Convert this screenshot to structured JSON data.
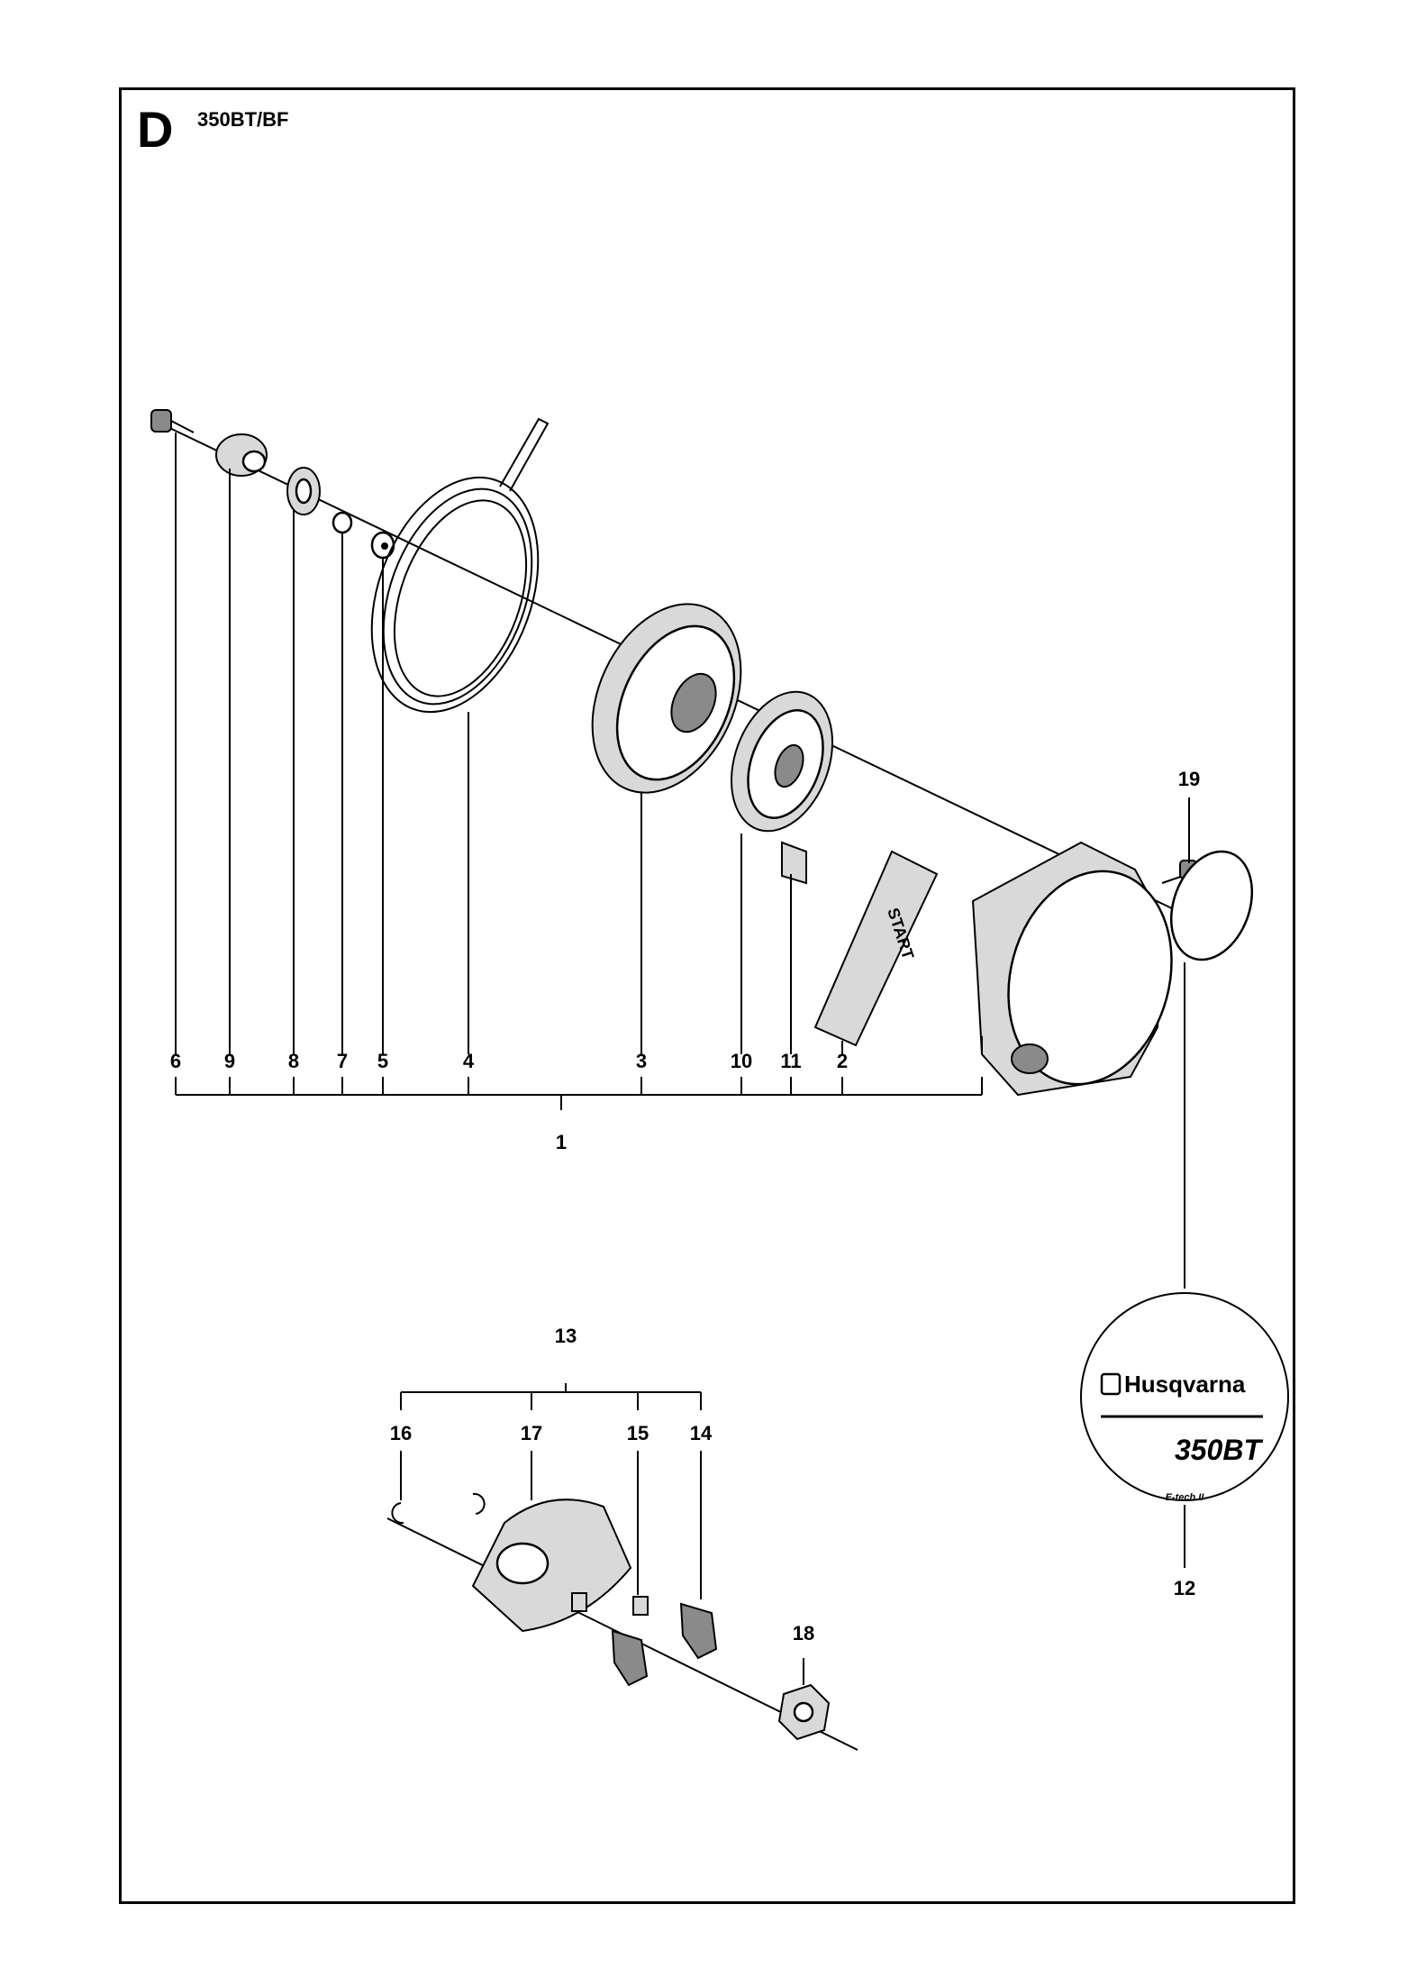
{
  "header": {
    "section": "D",
    "model": "350BT/BF"
  },
  "callouts": {
    "p1": "1",
    "p2": "2",
    "p3": "3",
    "p4": "4",
    "p5": "5",
    "p6": "6",
    "p7": "7",
    "p8": "8",
    "p9": "9",
    "p10": "10",
    "p11": "11",
    "p12": "12",
    "p13": "13",
    "p14": "14",
    "p15": "15",
    "p16": "16",
    "p17": "17",
    "p18": "18",
    "p19": "19"
  },
  "starter_handle": {
    "label": "START"
  },
  "decal": {
    "brand": "Husqvarna",
    "model": "350BT",
    "subtitle": "E-tech II"
  }
}
